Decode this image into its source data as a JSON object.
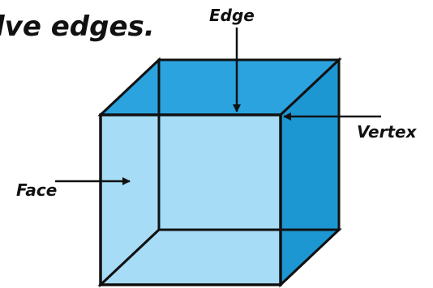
{
  "heading": {
    "text": "lve edges."
  },
  "labels": {
    "edge": "Edge",
    "vertex": "Vertex",
    "face": "Face"
  },
  "colors": {
    "face_light": "#a6dcf5",
    "face_mid": "#2eaae4",
    "face_dark": "#1d97d2",
    "face_top": "#2aa3df",
    "outline": "#111111"
  }
}
